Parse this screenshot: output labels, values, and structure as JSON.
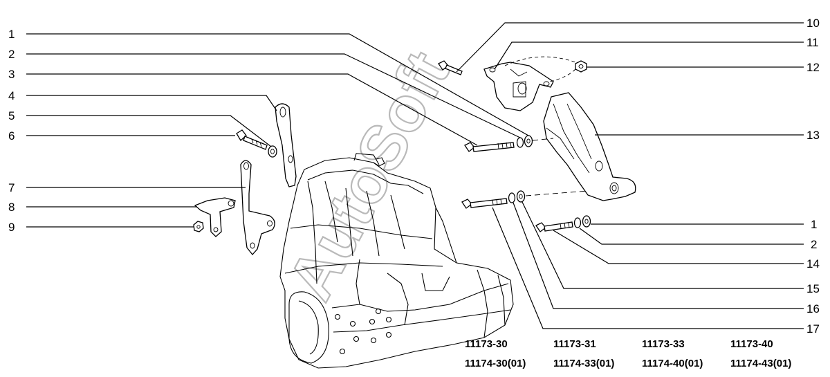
{
  "callouts_left": [
    "1",
    "2",
    "3",
    "4",
    "5",
    "6",
    "7",
    "8",
    "9"
  ],
  "callouts_right": [
    "10",
    "11",
    "12",
    "13",
    "1",
    "2",
    "14",
    "15",
    "16",
    "17"
  ],
  "applicability": [
    {
      "primary": "11173-30",
      "secondary": "11174-30(01)"
    },
    {
      "primary": "11173-31",
      "secondary": "11174-33(01)"
    },
    {
      "primary": "11173-33",
      "secondary": "11174-40(01)"
    },
    {
      "primary": "11173-40",
      "secondary": "11174-43(01)"
    }
  ],
  "watermark": "AutoSoft",
  "colors": {
    "ink": "#000000",
    "watermark": "#b9b9b9",
    "background": "#ffffff"
  }
}
